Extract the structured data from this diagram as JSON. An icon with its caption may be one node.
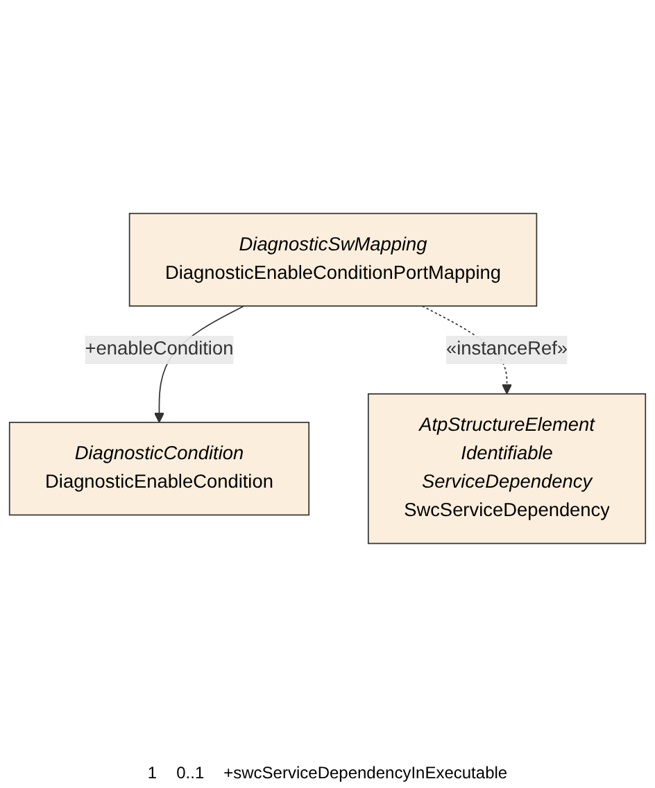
{
  "diagram": {
    "nodes": [
      {
        "text": [
          "DiagnosticCondition",
          "DiagnosticEnableCondition"
        ]
      },
      {
        "text": [
          "DiagnosticSwMapping",
          "DiagnosticEnableConditionPortMapping"
        ]
      },
      {
        "text": [
          "AtpStructureElement",
          "Identifiable",
          "ServiceDependency",
          "SwcServiceDependency"
        ]
      }
    ],
    "edges": [
      {
        "from": 1,
        "to": 0,
        "arrow": "to",
        "label": "+enableCondition"
      },
      {
        "from": 1,
        "to": 2,
        "arrow": "to",
        "style": "dashed",
        "label": "«instanceRef»"
      }
    ],
    "labels": [
      "1",
      "0..1",
      "+swcServiceDependencyInExecutable"
    ]
  }
}
